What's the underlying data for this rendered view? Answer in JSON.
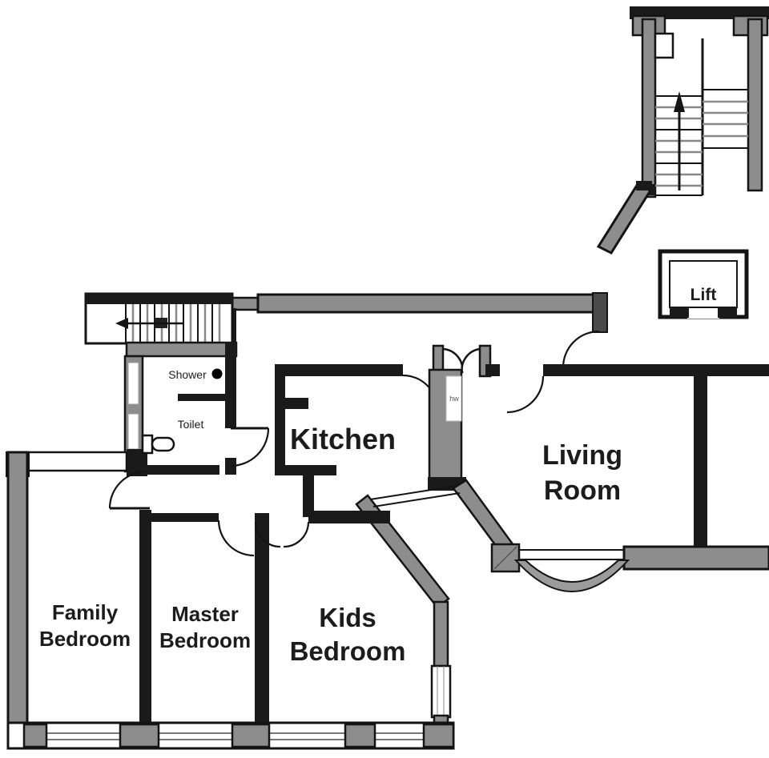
{
  "rooms": {
    "family_bedroom": {
      "line1": "Family",
      "line2": "Bedroom"
    },
    "master_bedroom": {
      "line1": "Master",
      "line2": "Bedroom"
    },
    "kids_bedroom": {
      "line1": "Kids",
      "line2": "Bedroom"
    },
    "kitchen": {
      "label": "Kitchen"
    },
    "living_room": {
      "line1": "Living",
      "line2": "Room"
    },
    "lift": {
      "label": "Lift"
    },
    "shower_room": {
      "shower_label": "Shower",
      "toilet_label": "Toilet"
    },
    "hw_cupboard": {
      "label": "hw"
    }
  },
  "icons": {
    "stair_up_arrow": "up-arrow",
    "stair_down_arrow": "left-arrow",
    "shower_head_dot": "dot"
  },
  "colors": {
    "wall_black": "#1a1a1a",
    "wall_gray": "#8d8d8d",
    "window_gray": "#9b9b9b",
    "background": "#ffffff"
  }
}
